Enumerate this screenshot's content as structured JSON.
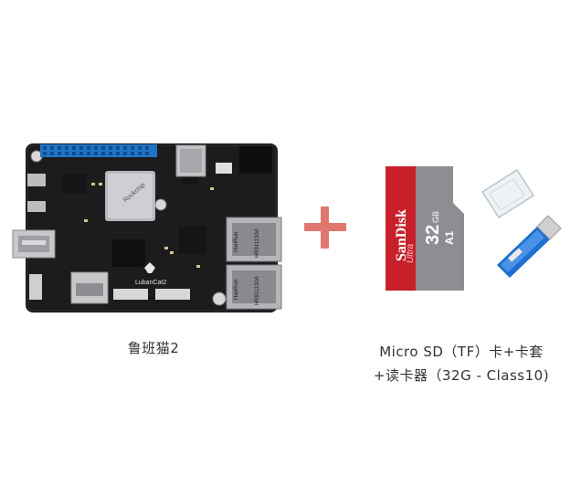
{
  "board": {
    "chip_brand": "Rockchip",
    "board_label": "LubanCat2",
    "eth_brand": "HanRun",
    "eth_part": "HR911130A",
    "caption": "鲁班猫2"
  },
  "sd_card": {
    "brand": "SanDisk",
    "line": "Ultra",
    "capacity": "32",
    "unit": "GB",
    "rating": "A1"
  },
  "bundle": {
    "caption_line1": "Micro SD（TF）卡+卡套",
    "caption_line2": "+读卡器（32G - Class10)"
  },
  "colors": {
    "pcb": "#1c1c1e",
    "plus": "#e0776f",
    "sd_red": "#c8202a",
    "sd_gray": "#8d8d92",
    "reader_blue": "#1f6fd1"
  }
}
